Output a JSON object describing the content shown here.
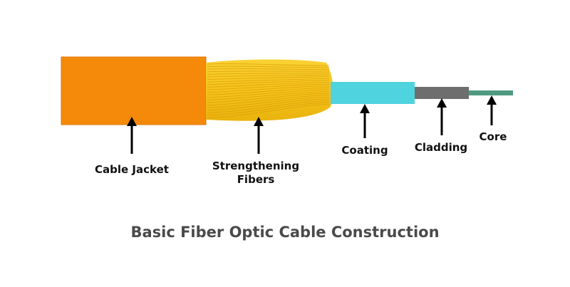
{
  "diagram": {
    "title": "Basic Fiber Optic Cable Construction",
    "layers": [
      {
        "id": "cable-jacket",
        "label": [
          "Cable Jacket"
        ],
        "color": "#f58a0a"
      },
      {
        "id": "strengthening-fibers",
        "label": [
          "Strengthening",
          "Fibers"
        ],
        "color": "#f6c41a"
      },
      {
        "id": "coating",
        "label": [
          "Coating"
        ],
        "color": "#4fd3de"
      },
      {
        "id": "cladding",
        "label": [
          "Cladding"
        ],
        "color": "#6e6e6e"
      },
      {
        "id": "core",
        "label": [
          "Core"
        ],
        "color": "#4f9a80"
      }
    ],
    "arrow_color": "#000000"
  }
}
